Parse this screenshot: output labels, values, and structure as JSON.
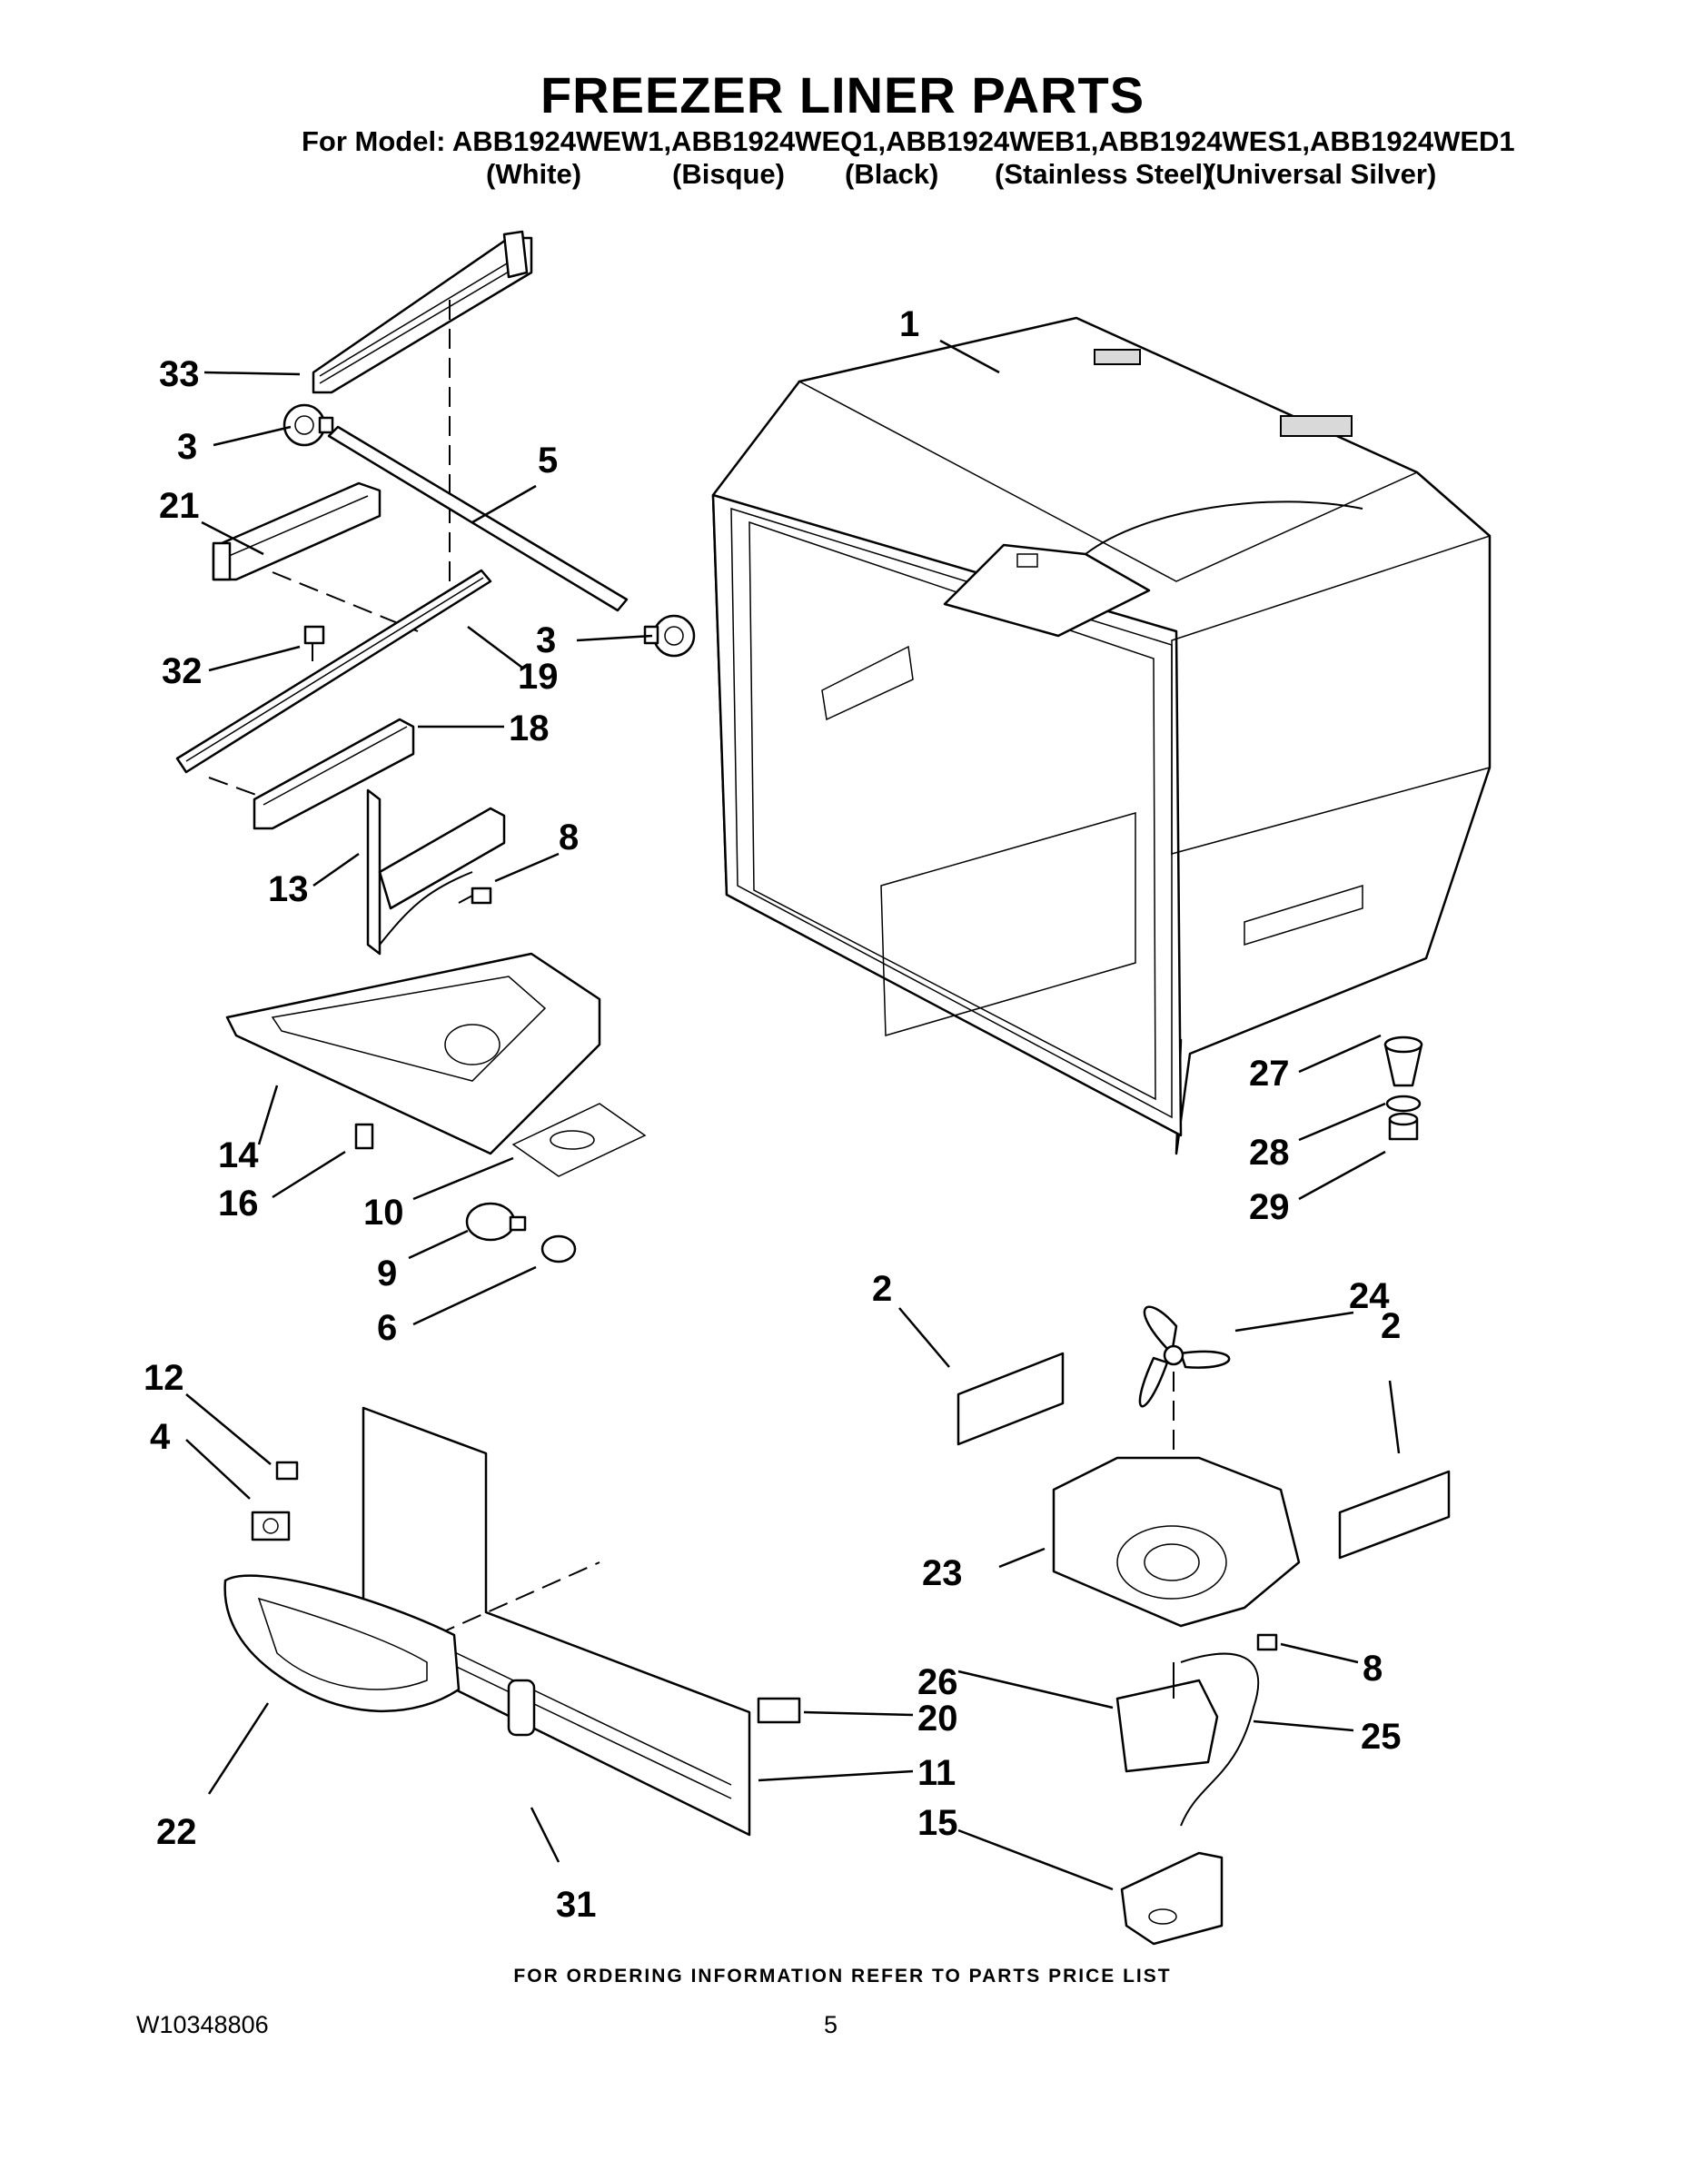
{
  "header": {
    "title": "FREEZER LINER PARTS",
    "model_line": "For Model: ABB1924WEW1,ABB1924WEQ1,ABB1924WEB1,ABB1924WES1,ABB1924WED1",
    "colors": [
      "(White)",
      "(Bisque)",
      "(Black)",
      "(Stainless Steel)",
      "(Universal Silver)"
    ]
  },
  "callouts": [
    "1",
    "2",
    "2",
    "3",
    "3",
    "4",
    "5",
    "6",
    "8",
    "8",
    "9",
    "10",
    "11",
    "12",
    "13",
    "14",
    "15",
    "16",
    "18",
    "19",
    "20",
    "21",
    "22",
    "23",
    "24",
    "25",
    "26",
    "27",
    "28",
    "29",
    "31",
    "32",
    "33"
  ],
  "footer": {
    "note": "FOR ORDERING INFORMATION REFER TO PARTS PRICE LIST",
    "doc_number": "W10348806",
    "page_number": "5"
  }
}
